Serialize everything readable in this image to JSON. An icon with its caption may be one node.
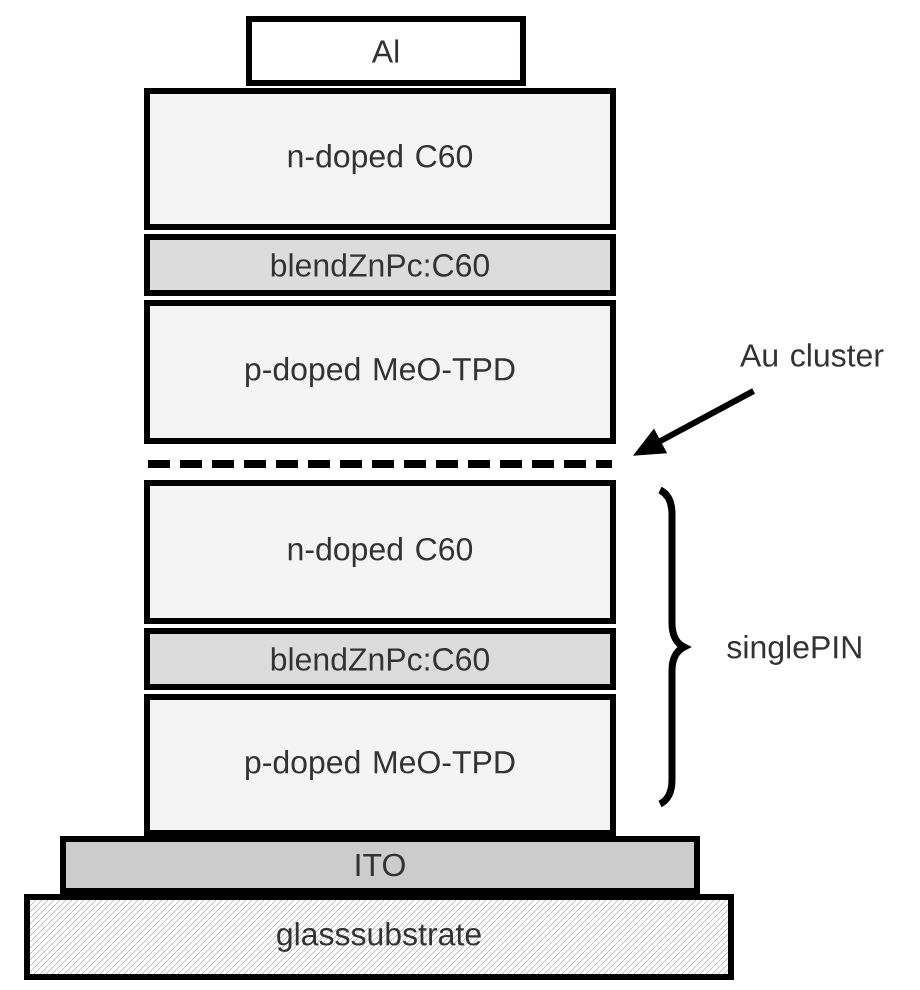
{
  "diagram": {
    "nodes": [
      {
        "text": [
          "Al"
        ]
      },
      {
        "text": [
          "n-doped C60"
        ]
      },
      {
        "text": [
          "blendZnPc:C60"
        ]
      },
      {
        "text": [
          "p-doped MeO-TPD"
        ]
      },
      {
        "text": [
          "Au cluster"
        ]
      },
      {
        "text": [],
        "shape": "bar"
      },
      {
        "text": [
          "n-doped C60"
        ]
      },
      {
        "text": [
          "blendZnPc:C60"
        ]
      },
      {
        "text": [
          "p-doped MeO-TPD"
        ]
      },
      {
        "text": [
          "ITO"
        ]
      },
      {
        "text": [
          "glasssubstrate"
        ]
      }
    ],
    "edges": [
      {
        "from": 4,
        "to": 5,
        "arrow": "to"
      }
    ],
    "labels": [
      "singlePIN"
    ]
  }
}
